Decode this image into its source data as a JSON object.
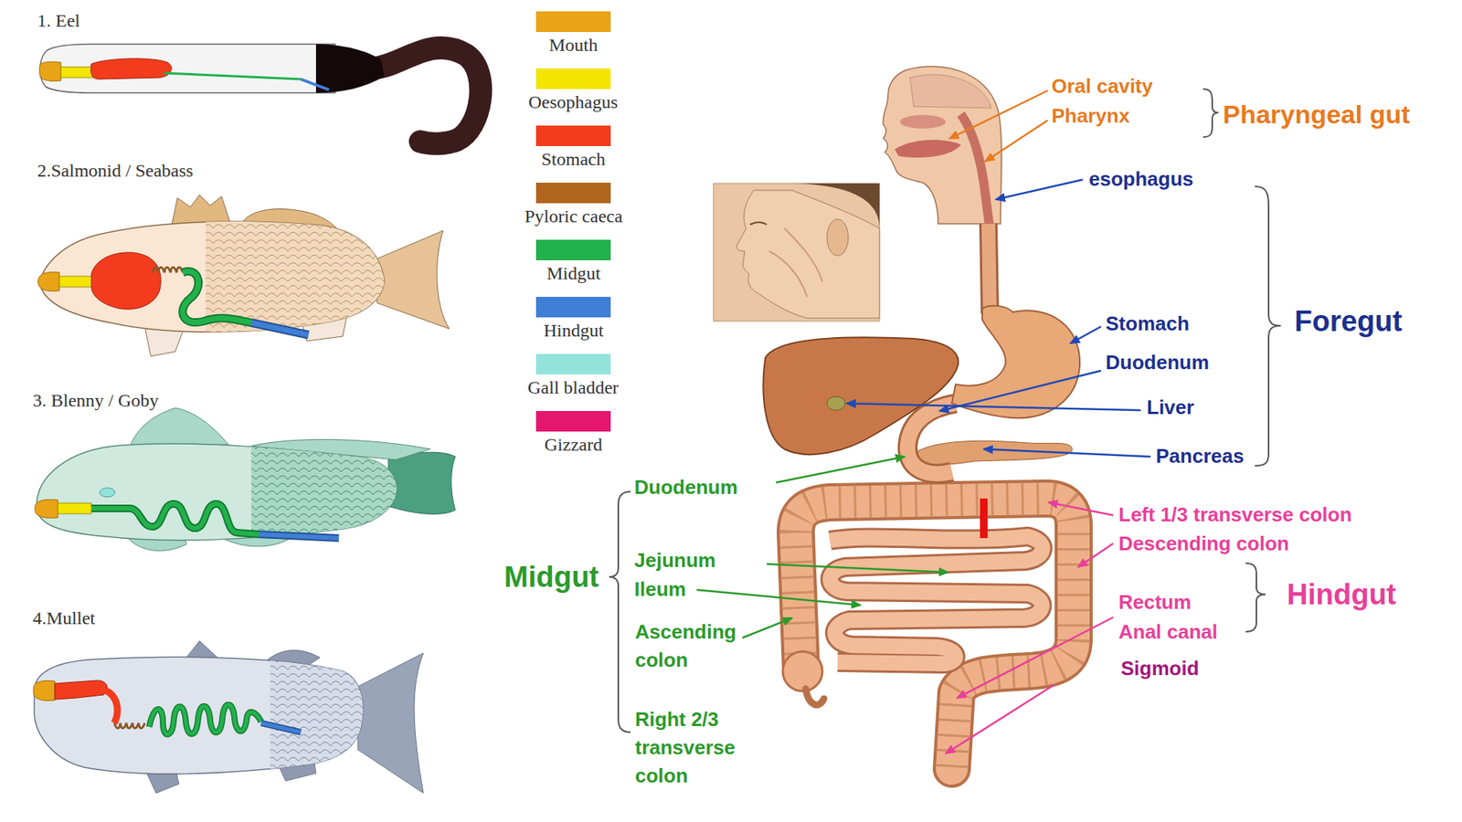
{
  "diagram": {
    "labels": [
      "1. Eel",
      "2.Salmonid / Seabass",
      "3. Blenny / Goby",
      "4.Mullet",
      "Oral cavity",
      "Pharynx",
      "Pharyngeal gut",
      "esophagus",
      "Stomach",
      "Foregut",
      "Duodenum",
      "Liver",
      "Pancreas",
      "Duodenum",
      "Midgut",
      "Left 1/3 transverse colon",
      "Jejunum",
      "Descending colon",
      "Ileum",
      "Hindgut",
      "Rectum",
      "Ascending colon",
      "Anal canal",
      "Sigmoid",
      "Right 2/3 transverse colon"
    ],
    "legend": [
      {
        "text": "Mouth",
        "color": "#e8a317"
      },
      {
        "text": "Oesophagus",
        "color": "#f3e500"
      },
      {
        "text": "Stomach",
        "color": "#f23c1d"
      },
      {
        "text": "Pyloric caeca",
        "color": "#b0651e"
      },
      {
        "text": "Midgut",
        "color": "#22b14c"
      },
      {
        "text": "Hindgut",
        "color": "#3f7fd6"
      },
      {
        "text": "Gall bladder",
        "color": "#93e3dc"
      },
      {
        "text": "Gizzard",
        "color": "#e4166f"
      }
    ]
  }
}
